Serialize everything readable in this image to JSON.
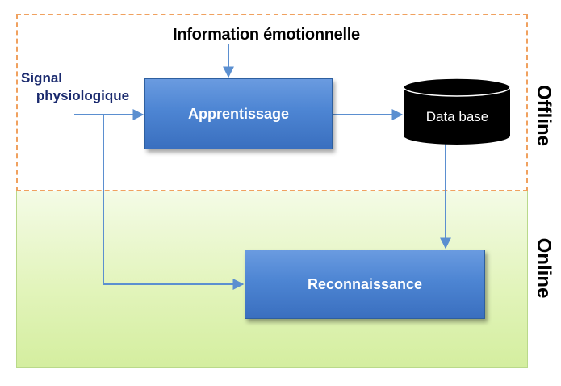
{
  "regions": {
    "offline_label": "Offline",
    "online_label": "Online"
  },
  "inputs": {
    "signal_line1": "Signal",
    "signal_line2": "physiologique",
    "emotional_info": "Information émotionnelle"
  },
  "blocks": {
    "learning": "Apprentissage",
    "recognition": "Reconnaissance",
    "database": "Data base"
  },
  "colors": {
    "offline_border": "#f0a15f",
    "online_fill": "#e2f4bb",
    "block_fill": "#4d85d3",
    "arrow": "#5b8fd0",
    "database_fill": "#000000",
    "input_text": "#1a2a6e"
  }
}
